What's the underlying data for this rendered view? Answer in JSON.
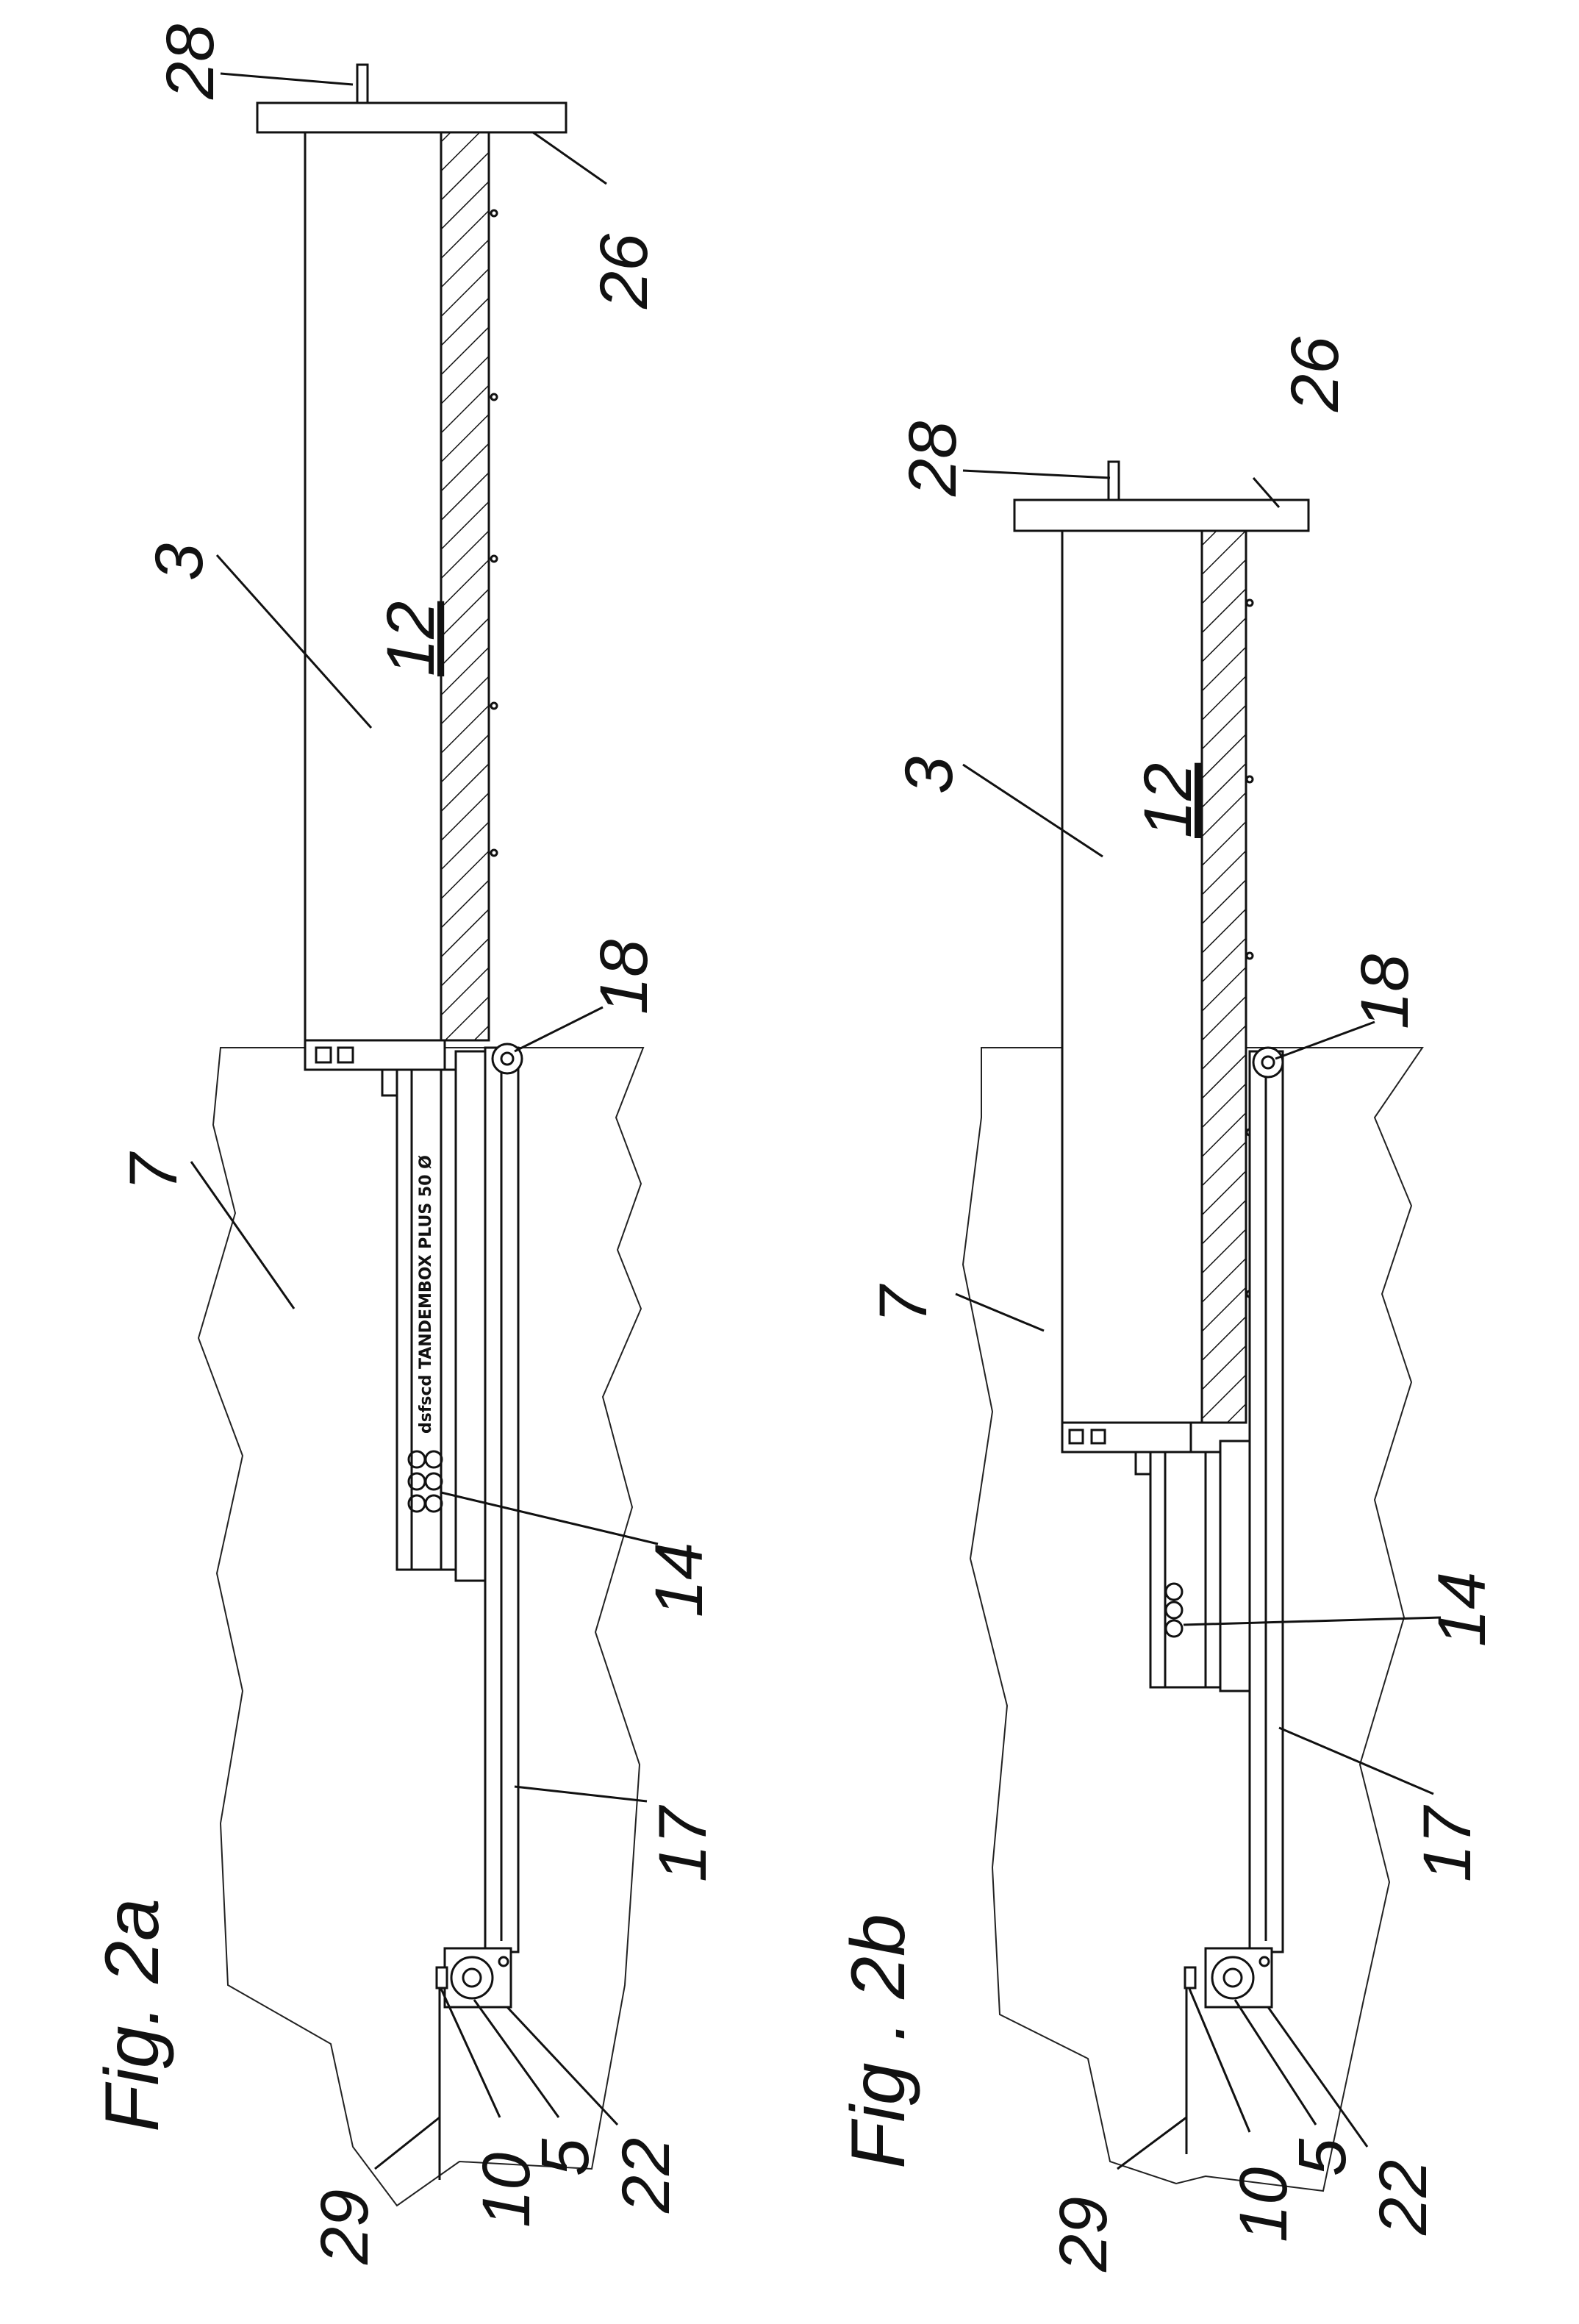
{
  "figures": [
    {
      "id": "2a",
      "caption": "Fig. 2a",
      "labels": {
        "l28": "28",
        "l26": "26",
        "l3": "3",
        "l12": "12",
        "l18": "18",
        "l7": "7",
        "l14": "14",
        "l17": "17",
        "l22": "22",
        "l5": "5",
        "l10": "10",
        "l29": "29"
      },
      "guide_imprint": "dsfscd TANDEMBOX PLUS 50 Ø"
    },
    {
      "id": "2b",
      "caption": "Fig . 2b",
      "labels": {
        "l28": "28",
        "l26": "26",
        "l3": "3",
        "l12": "12",
        "l18": "18",
        "l7": "7",
        "l14": "14",
        "l17": "17",
        "l22": "22",
        "l5": "5",
        "l10": "10",
        "l29": "29"
      }
    }
  ]
}
